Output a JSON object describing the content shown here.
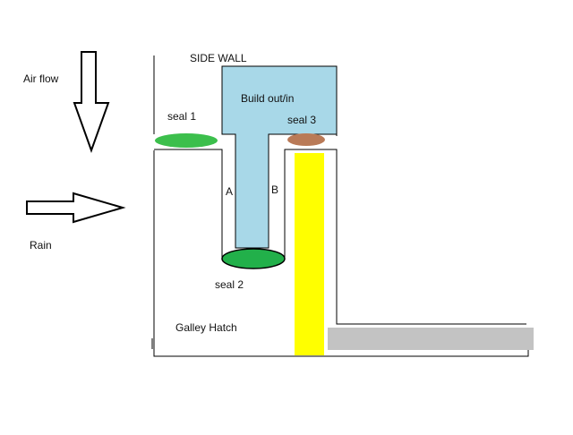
{
  "labels": {
    "air_flow": "Air flow",
    "rain": "Rain",
    "side_wall": "SIDE WALL",
    "build_out": "Build out/in",
    "seal_1": "seal 1",
    "seal_2": "seal 2",
    "seal_3": "seal 3",
    "side_a": "A",
    "side_b": "B",
    "galley_hatch": "Galley Hatch"
  },
  "colors": {
    "build_out": "#a8d8e8",
    "seal_1": "#3cbf4c",
    "seal_2": "#22b04a",
    "seal_3": "#b97a57",
    "yellow_bar": "#ffff00",
    "deck": "#c3c3c3",
    "stroke": "#000000"
  }
}
